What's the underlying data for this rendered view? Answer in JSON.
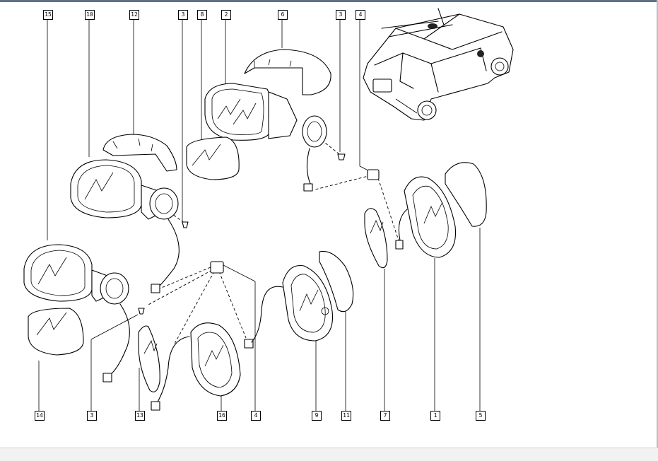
{
  "callouts": {
    "top": [
      {
        "id": "15"
      },
      {
        "id": "10"
      },
      {
        "id": "12"
      },
      {
        "id": "3"
      },
      {
        "id": "8"
      },
      {
        "id": "2"
      },
      {
        "id": "6"
      },
      {
        "id": "3"
      },
      {
        "id": "4"
      }
    ],
    "bottom": [
      {
        "id": "14"
      },
      {
        "id": "3"
      },
      {
        "id": "13"
      },
      {
        "id": "16"
      },
      {
        "id": "4"
      },
      {
        "id": "9"
      },
      {
        "id": "11"
      },
      {
        "id": "7"
      },
      {
        "id": "1"
      },
      {
        "id": "5"
      }
    ]
  }
}
